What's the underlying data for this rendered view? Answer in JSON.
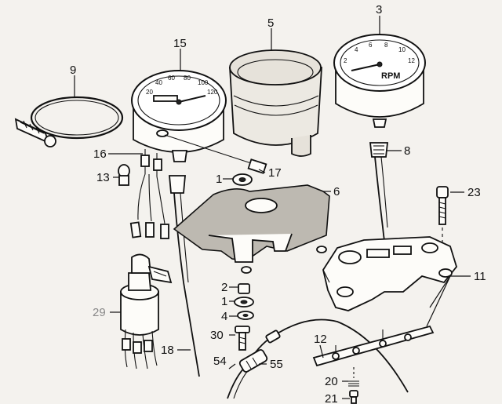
{
  "labels": {
    "p1": "1",
    "p1b": "1",
    "p2": "2",
    "p3": "3",
    "p4": "4",
    "p5": "5",
    "p6": "6",
    "p8": "8",
    "p9": "9",
    "p11": "11",
    "p12": "12",
    "p13": "13",
    "p15": "15",
    "p16": "16",
    "p17": "17",
    "p18": "18",
    "p20": "20",
    "p21": "21",
    "p23": "23",
    "p29": "29",
    "p30": "30",
    "p54": "54",
    "p55": "55"
  },
  "speedo_ticks": [
    "20",
    "40",
    "60",
    "80",
    "100",
    "120"
  ],
  "tacho_ticks": [
    "2",
    "4",
    "6",
    "8",
    "10",
    "12"
  ],
  "tacho_text": "RPM",
  "colors": {
    "ink": "#111111",
    "paper": "#f4f2ee",
    "label_grey": "#888888",
    "bracket_shade": "#bdb9b1"
  }
}
